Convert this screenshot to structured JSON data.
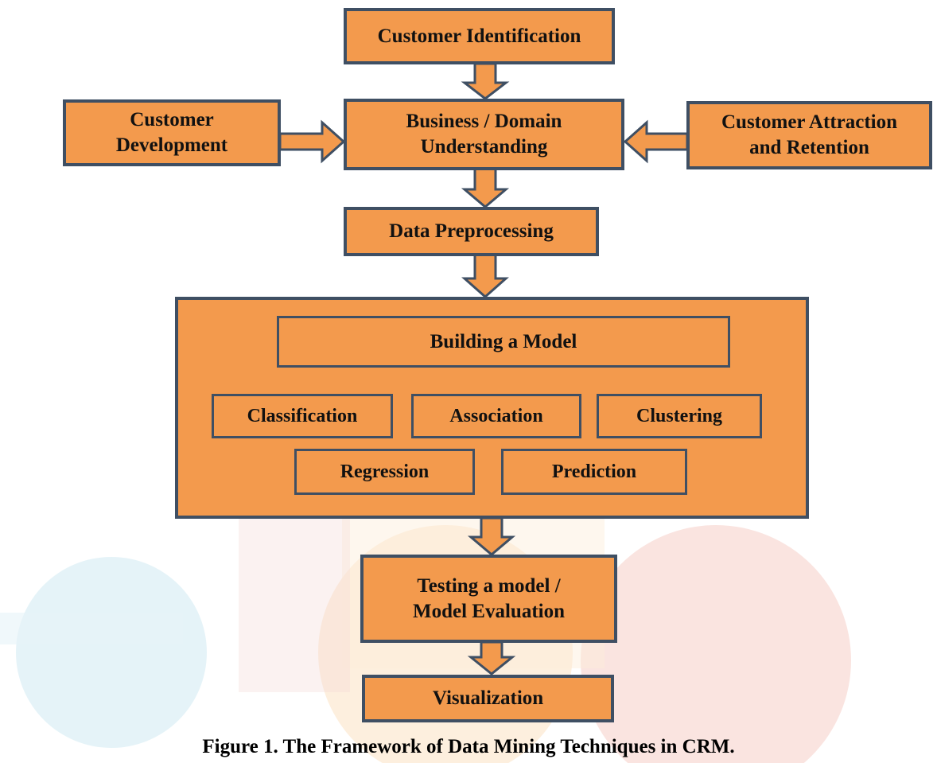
{
  "colors": {
    "box_fill": "#f39a4d",
    "box_border": "#3f4f63"
  },
  "diagram": {
    "customer_identification": "Customer Identification",
    "customer_development": "Customer\nDevelopment",
    "business_understanding": "Business / Domain\nUnderstanding",
    "customer_attraction": "Customer  Attraction\nand Retention",
    "data_preprocessing": "Data Preprocessing",
    "building_model": "Building a Model",
    "classification": "Classification",
    "association": "Association",
    "clustering": "Clustering",
    "regression": "Regression",
    "prediction": "Prediction",
    "testing_model": "Testing a model /\nModel Evaluation",
    "visualization": "Visualization"
  },
  "caption": "Figure 1. The Framework of Data Mining Techniques in CRM."
}
